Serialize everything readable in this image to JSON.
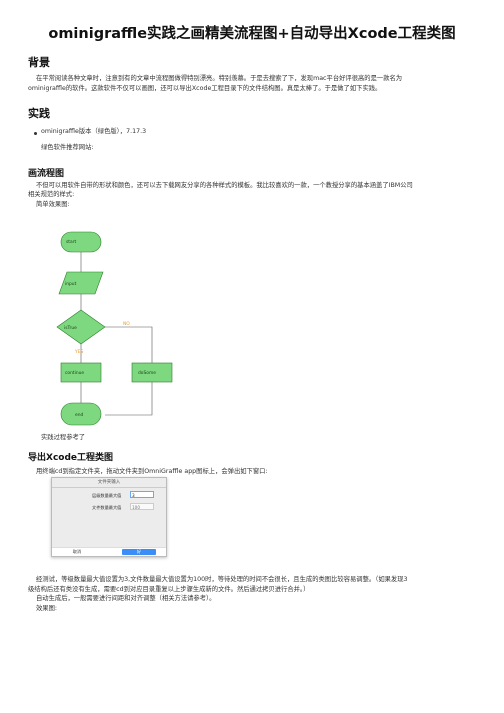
{
  "title": "ominigraffle实践之画精美流程图+自动导出Xcode工程类图",
  "sections": {
    "background": {
      "heading": "背景",
      "line1": "在平常阅读各种文章时，注意到有的文章中流程图做得特别漂亮。特别羡慕。于是去搜索了下，发现mac平台好评很高的是一款名为",
      "line2": "ominigraffle的软件。这款软件不仅可以画图，还可以导出Xcode工程目录下的文件结构图。真是太棒了。于是做了如下实践。"
    },
    "practice": {
      "heading": "实践",
      "bullet": "ominigraffle版本（绿色版），7.17.3",
      "recommend": "绿色软件推荐网站:"
    },
    "flowchart": {
      "heading": "画流程图",
      "line1": "不但可以用软件自带的形状和颜色，还可以去下载网友分享的各种样式的模板。我比较喜欢的一款，一个教授分享的基本涵盖了IBM公司",
      "line2": "相关规范的样式:",
      "effect": "简单效果图:",
      "nodes": {
        "start": "start",
        "input": "input",
        "decision": "isTrue",
        "no": "NO",
        "yes": "YES",
        "continue": "continue",
        "doSome": "doSome",
        "end": "end"
      },
      "after": "实践过程参考了"
    },
    "export": {
      "heading": "导出Xcode工程类图",
      "intro": "用终端cd到指定文件夹，拖动文件夹到OmniGraffle app图标上，会弹出如下窗口:",
      "dialog": {
        "title": "文件夹输入",
        "level_label": "层级数量最大值",
        "level_value": "3",
        "file_label": "文件数量最大值",
        "file_value": "100",
        "cancel": "取消",
        "ok": "好"
      },
      "note1": "经测试，等级数量最大值设置为3,文件数量最大值设置为100时，等待处理的时间不会很长，且生成的类图比较容易调整。（如果发现3",
      "note2": "级结构后还有类没有生成，需要cd到对应目录重复以上步骤生成新的文件。然后通过拷贝进行合并。）",
      "note3": "自动生成后，一般需要进行间距和对齐调整（相关方法请参考）。",
      "result": "效果图:"
    }
  },
  "colors": {
    "node_fill": "#7ed87f",
    "node_stroke": "#2a7f2a",
    "branch_label": "#e89a3c",
    "dialog_ok": "#3b8ef5"
  }
}
